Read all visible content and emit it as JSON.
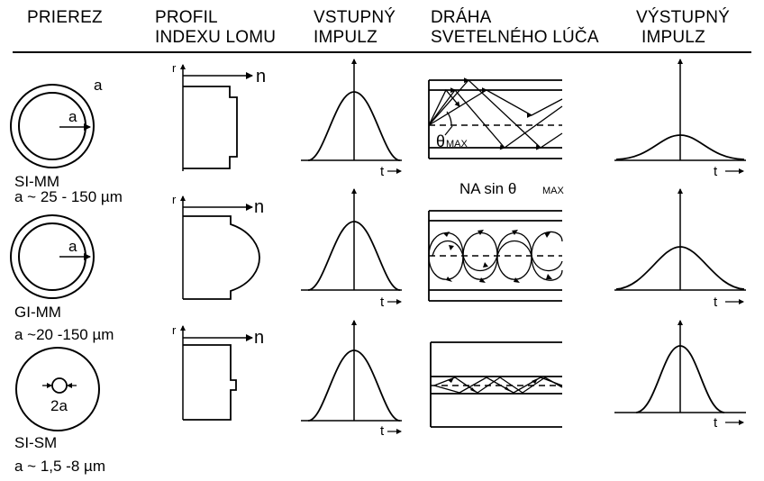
{
  "headers": {
    "prierez": "PRIEREZ",
    "profil_1": "PROFIL",
    "profil_2": "INDEXU LOMU",
    "vstupny_1": "VSTUPNÝ",
    "vstupny_2": "IMPULZ",
    "draha_1": "DRÁHA",
    "draha_2": "SVETELNÉHO LÚČA",
    "vystupny_1": "VÝSTUPNÝ",
    "vystupny_2": "IMPULZ"
  },
  "rows": [
    {
      "type_label": "SI-MM",
      "size_label": "a ~ 25 - 150 µm",
      "radius_label": "a",
      "outer_label": "a",
      "profile_axis_r": "r",
      "profile_axis_n": "n",
      "time_label_in": "t",
      "time_label_out": "t",
      "angle_label": "θ",
      "angle_sub": "MAX",
      "na_text": "NA sin θ",
      "na_sub": "MAX"
    },
    {
      "type_label": "GI-MM",
      "size_label": "a ~20 -150 µm",
      "radius_label": "a",
      "profile_axis_r": "r",
      "profile_axis_n": "n",
      "time_label_in": "t",
      "time_label_out": "t"
    },
    {
      "type_label": "SI-SM",
      "size_label": "a ~ 1,5 -8 µm",
      "radius_label": "2a",
      "profile_axis_r": "r",
      "profile_axis_n": "n",
      "time_label_in": "t",
      "time_label_out": "t"
    }
  ]
}
